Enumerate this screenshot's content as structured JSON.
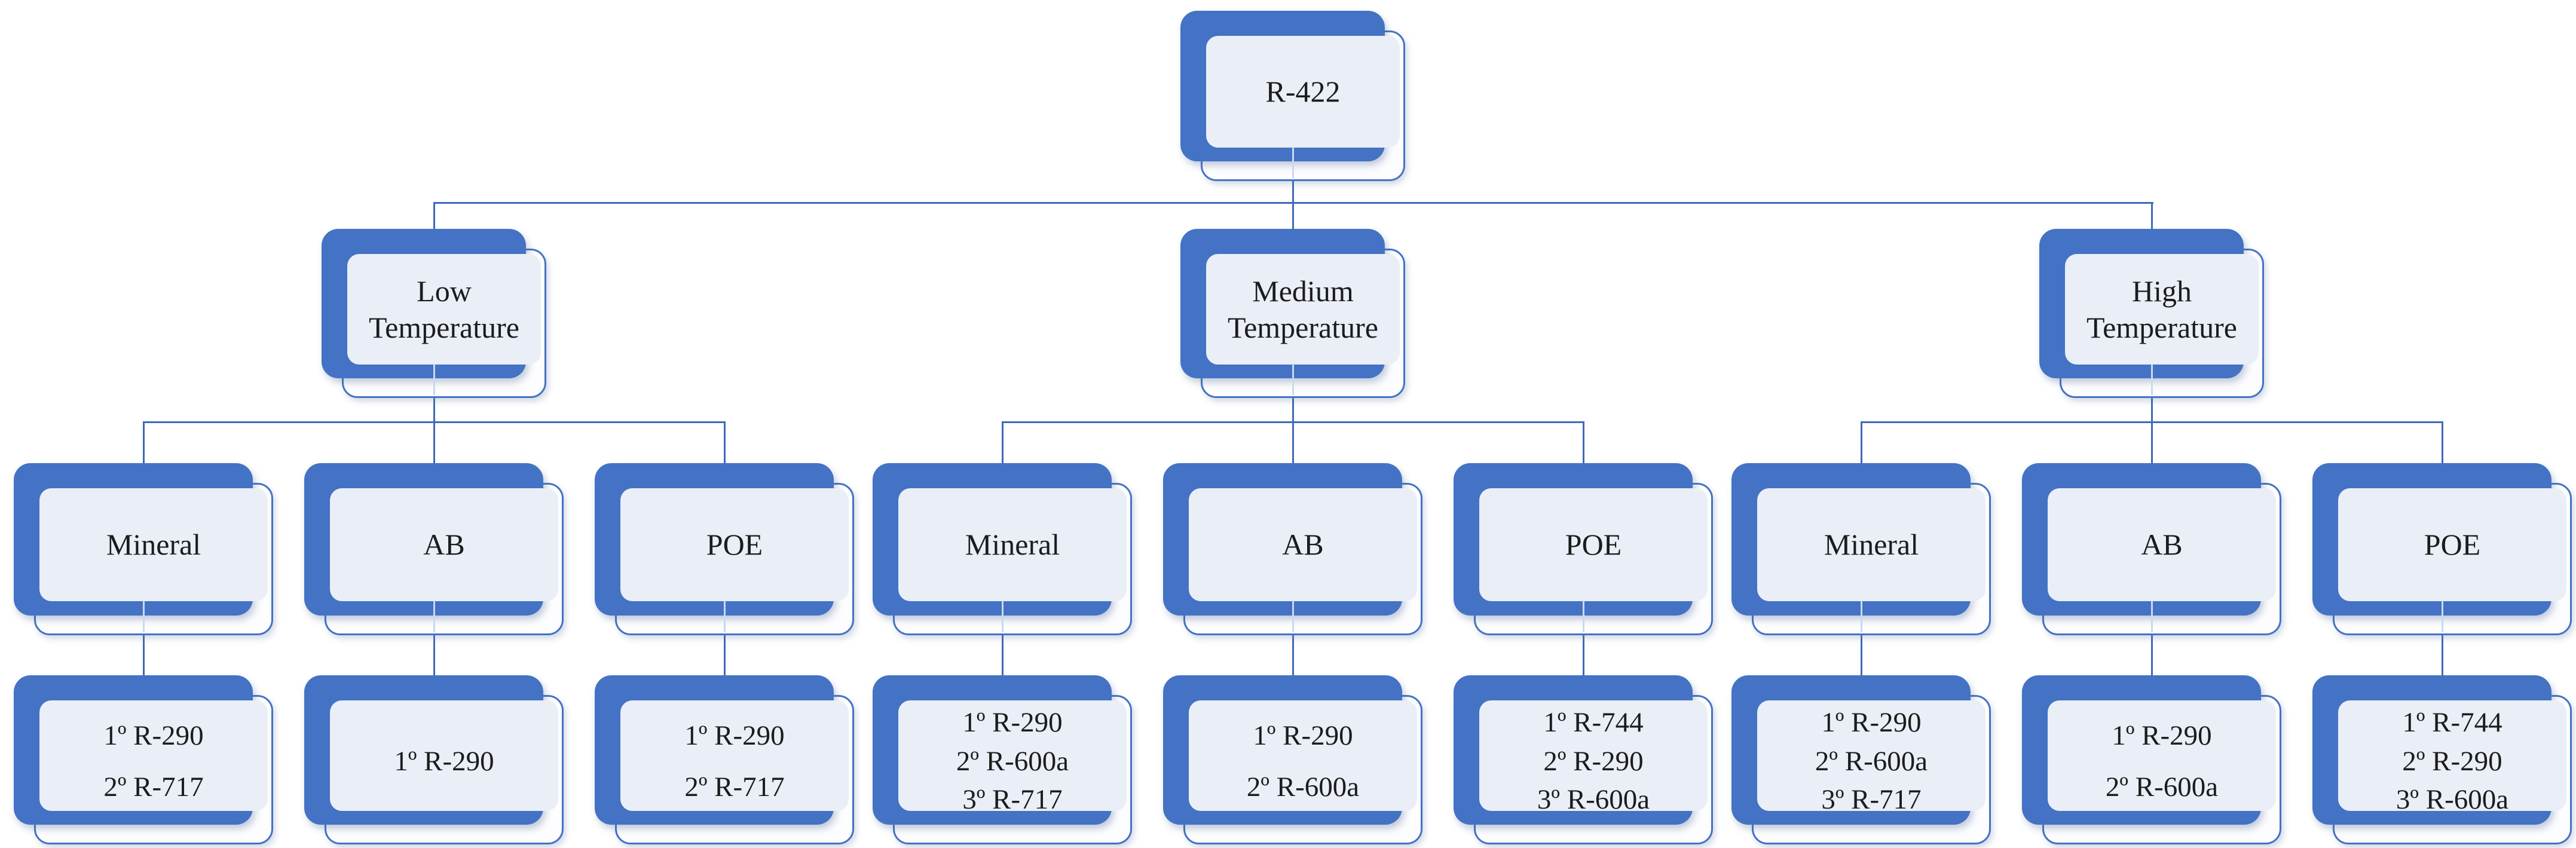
{
  "diagram": {
    "colors": {
      "accent": "#4472C4",
      "panel_fill": "#EAEEF7",
      "box_fill": "#FDFDFF",
      "line": "#3F6BB7",
      "tail": "#CBD8EF",
      "text": "#1C1C1C"
    },
    "root": {
      "label": "R-422"
    },
    "branches": [
      {
        "label": "Low Temperature",
        "children": [
          {
            "label": "Mineral",
            "items": [
              "1º R-290",
              "2º R-717"
            ]
          },
          {
            "label": "AB",
            "items": [
              "1º R-290"
            ]
          },
          {
            "label": "POE",
            "items": [
              "1º R-290",
              "2º R-717"
            ]
          }
        ]
      },
      {
        "label": "Medium Temperature",
        "children": [
          {
            "label": "Mineral",
            "items": [
              "1º R-290",
              "2º R-600a",
              "3º R-717"
            ]
          },
          {
            "label": "AB",
            "items": [
              "1º R-290",
              "2º R-600a"
            ]
          },
          {
            "label": "POE",
            "items": [
              "1º R-744",
              "2º R-290",
              "3º R-600a"
            ]
          }
        ]
      },
      {
        "label": "High Temperature",
        "children": [
          {
            "label": "Mineral",
            "items": [
              "1º R-290",
              "2º R-600a",
              "3º R-717"
            ]
          },
          {
            "label": "AB",
            "items": [
              "1º R-290",
              "2º R-600a"
            ]
          },
          {
            "label": "POE",
            "items": [
              "1º R-744",
              "2º R-290",
              "3º R-600a"
            ]
          }
        ]
      }
    ]
  }
}
